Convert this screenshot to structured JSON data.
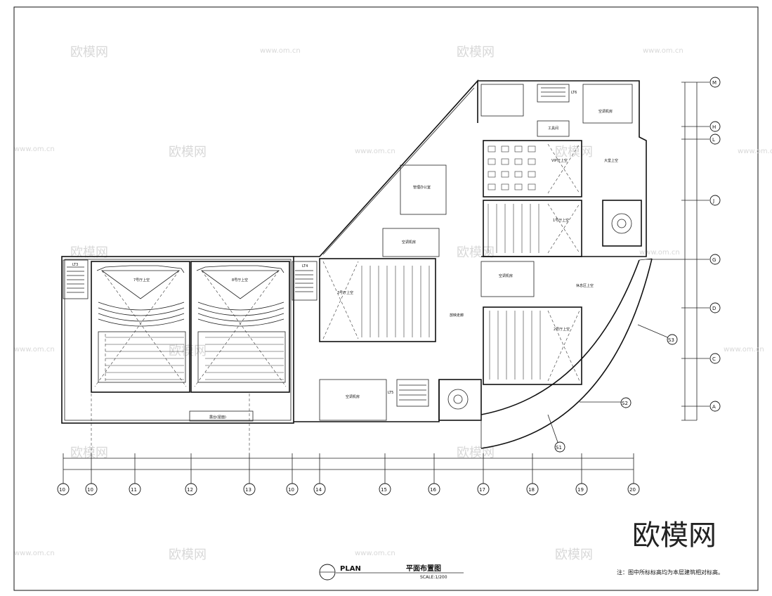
{
  "title_block": {
    "plan_label": "PLAN",
    "plan_title": "平面布置图",
    "scale": "SCALE:1/200",
    "note": "注：图中所标标高均为本层建筑相对标高。"
  },
  "watermarks": {
    "brand_large": "欧模网",
    "brand_small": "欧模网",
    "url": "www.om.cn"
  },
  "axes": {
    "bottom": [
      "10",
      "10",
      "11",
      "12",
      "13",
      "10",
      "14",
      "15",
      "16",
      "17",
      "18",
      "19",
      "20"
    ],
    "right": [
      "M",
      "H",
      "L",
      "J",
      "G",
      "D",
      "C",
      "A"
    ],
    "sections": [
      "S1",
      "S2",
      "S3"
    ]
  },
  "rooms": {
    "hall_7": "7号厅上空",
    "hall_8": "8号厅上空",
    "hall_3": "3号厅上空",
    "hall_vip": "VIP厅上空",
    "hall_1": "1号厅上空",
    "hall_2": "2号厅上空",
    "lobby_void": "大堂上空",
    "rest_void": "休息区上空",
    "corridor": "放映走廊",
    "ac_room_1": "空调机房",
    "ac_room_2": "空调机房",
    "ac_room_3": "空调机房",
    "ac_room_4": "空调机房",
    "office": "管理办公室",
    "tool_room": "工具间",
    "balcony": "露台(屋面)",
    "lift_a": "LT3",
    "lift_b": "LT4",
    "lift_c": "LT5",
    "lift_d": "LT6"
  }
}
